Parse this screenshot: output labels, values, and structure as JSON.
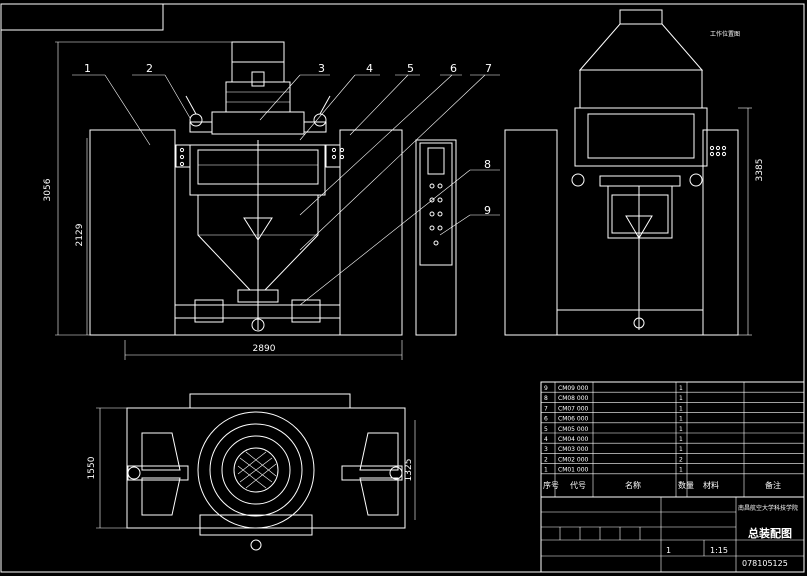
{
  "drawing": {
    "callouts": [
      "1",
      "2",
      "3",
      "4",
      "5",
      "6",
      "7",
      "8",
      "9"
    ],
    "dimensions": {
      "front_overall_height": "3056",
      "front_frame_height": "2129",
      "front_width": "2890",
      "side_height": "3385",
      "plan_depth": "1550",
      "plan_inner": "1325"
    },
    "side_view_note": "工作位置图"
  },
  "parts_list": {
    "headers": [
      "序号",
      "代号",
      "名称",
      "数量",
      "材料",
      "备注"
    ],
    "rows": [
      {
        "no": "9",
        "code": "CM09 000",
        "qty": "1"
      },
      {
        "no": "8",
        "code": "CM08 000",
        "qty": "1"
      },
      {
        "no": "7",
        "code": "CM07 000",
        "qty": "1"
      },
      {
        "no": "6",
        "code": "CM06 000",
        "qty": "1"
      },
      {
        "no": "5",
        "code": "CM05 000",
        "qty": "1"
      },
      {
        "no": "4",
        "code": "CM04 000",
        "qty": "1"
      },
      {
        "no": "3",
        "code": "CM03 000",
        "qty": "1"
      },
      {
        "no": "2",
        "code": "CM02 000",
        "qty": "2"
      },
      {
        "no": "1",
        "code": "CM01 000",
        "qty": "1"
      }
    ]
  },
  "title_block": {
    "school": "南昌航空大学科技学院",
    "drawing_title": "总装配图",
    "quantity": "1",
    "scale": "1:15",
    "drawing_number": "078105125"
  }
}
